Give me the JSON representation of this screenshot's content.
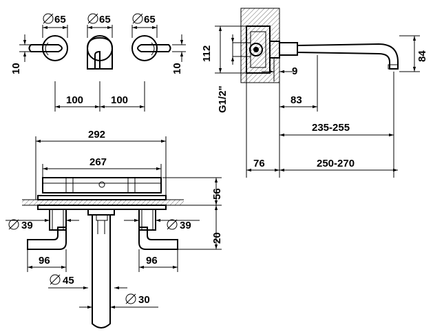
{
  "top_view": {
    "d1": "65",
    "d2": "65",
    "d3": "65",
    "h_left": "10",
    "h_right": "10",
    "s1": "100",
    "s2": "100"
  },
  "side_view": {
    "h112": "112",
    "h84": "84",
    "thread": "G1/2\"",
    "w9": "9",
    "w83": "83",
    "w235": "235-255",
    "w76": "76",
    "w250": "250-270"
  },
  "front_view": {
    "w292": "292",
    "w267": "267",
    "h56": "56",
    "h20": "20",
    "d39l": "39",
    "d39r": "39",
    "w96l": "96",
    "w96r": "96",
    "d45": "45",
    "d30": "30"
  },
  "colors": {
    "line": "#000000",
    "background": "#ffffff"
  }
}
